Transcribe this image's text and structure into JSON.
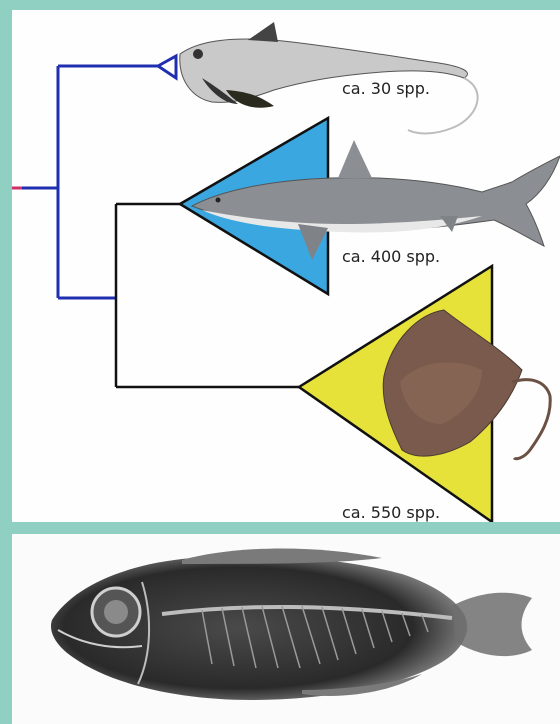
{
  "clades": [
    {
      "id": "chimaeras",
      "count_label": "ca. 30 spp.",
      "fill": "none",
      "stroke": "#1f2fb0"
    },
    {
      "id": "sharks",
      "count_label": "ca. 400 spp.",
      "fill": "#3aa7e0",
      "stroke": "#111111"
    },
    {
      "id": "rays",
      "count_label": "ca. 550 spp.",
      "fill": "#e6e23a",
      "stroke": "#111111"
    }
  ],
  "colors": {
    "background": "#8fd0c3",
    "panel": "#fefefe",
    "blue_branch": "#1f2fb0",
    "red_branch": "#d0306a",
    "black_branch": "#111111"
  },
  "icons": [
    "chimaera-fish-icon",
    "shark-icon",
    "stingray-icon",
    "xray-fish-icon"
  ]
}
